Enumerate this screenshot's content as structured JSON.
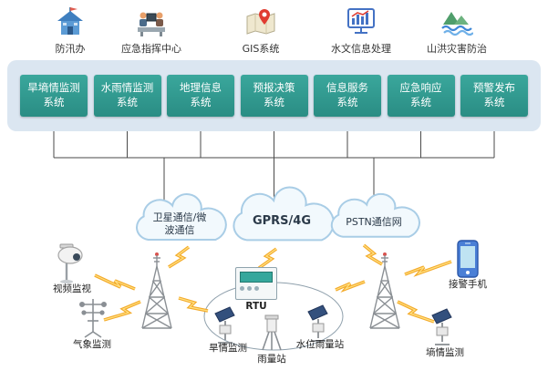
{
  "org": {
    "items": [
      {
        "label": "防汛办",
        "icon": "building-icon"
      },
      {
        "label": "应急指挥中心",
        "icon": "command-center-icon"
      },
      {
        "label": "GIS系统",
        "icon": "map-pin-icon"
      },
      {
        "label": "水文信息处理",
        "icon": "chart-monitor-icon"
      },
      {
        "label": "山洪灾害防治",
        "icon": "flood-mountain-icon"
      }
    ]
  },
  "systems": {
    "items": [
      {
        "label": "旱墒情监测\n系统"
      },
      {
        "label": "水雨情监测\n系统"
      },
      {
        "label": "地理信息\n系统"
      },
      {
        "label": "预报决策\n系统"
      },
      {
        "label": "信息服务\n系统"
      },
      {
        "label": "应急响应\n系统"
      },
      {
        "label": "预警发布\n系统"
      }
    ]
  },
  "networks": {
    "clouds": [
      {
        "label": "卫星通信/微\n波通信"
      },
      {
        "label": "GPRS/4G"
      },
      {
        "label": "PSTN通信网"
      }
    ]
  },
  "devices": {
    "video": "视频监视",
    "weather": "气象监测",
    "rtu": "RTU",
    "drought": "旱情监测",
    "rain": "雨量站",
    "water_rain": "水位雨量站",
    "soil": "墒情监测",
    "phone": "接警手机"
  },
  "colors": {
    "system_button": "#2f9a91",
    "band_background": "#dbe6f1",
    "cloud_stroke": "#a9cde6",
    "lightning": "#f3aa2a",
    "line": "#4a4a4a"
  }
}
